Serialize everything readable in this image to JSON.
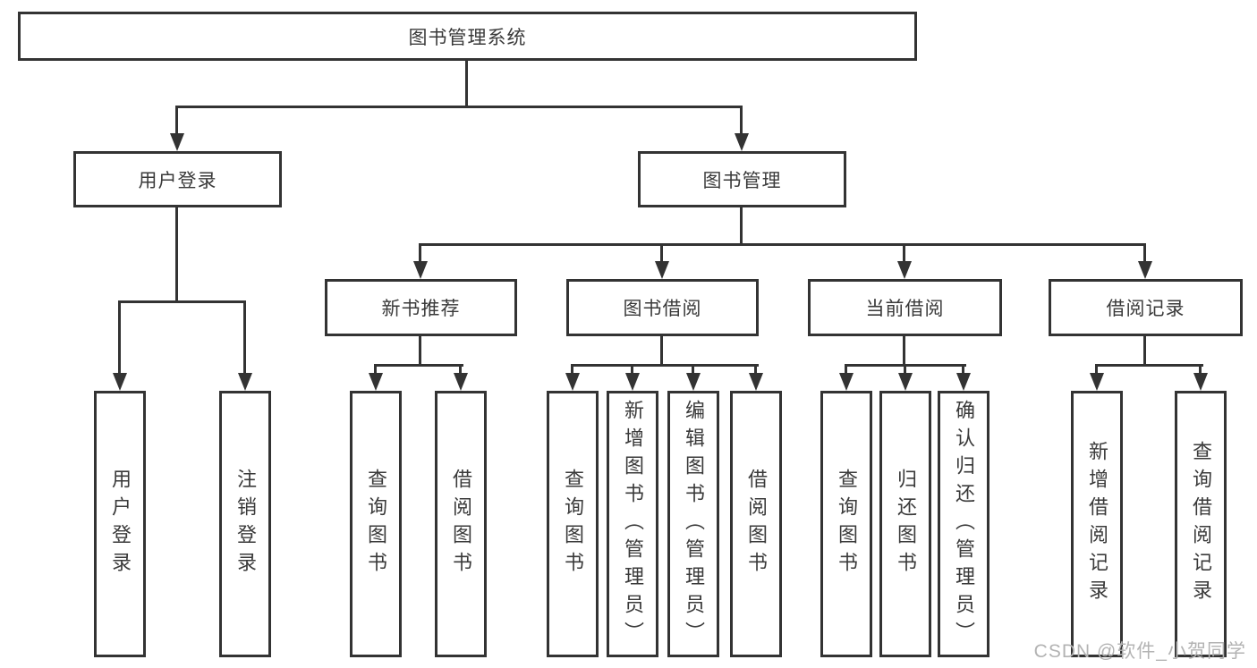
{
  "nodes": {
    "root": "图书管理系统",
    "user_login": "用户登录",
    "book_mgmt": "图书管理",
    "new_book_rec": "新书推荐",
    "book_borrow": "图书借阅",
    "current_borrow": "当前借阅",
    "borrow_records": "借阅记录",
    "leaf_user_login": "用户登录",
    "leaf_logout": "注销登录",
    "nbr_query_books": "查询图书",
    "nbr_borrow_books": "借阅图书",
    "bb_query_books": "查询图书",
    "bb_add_books": "新增图书（管理员）",
    "bb_edit_books": "编辑图书（管理员）",
    "bb_borrow_books": "借阅图书",
    "cb_query_books": "查询图书",
    "cb_return_books": "归还图书",
    "cb_confirm_return": "确认归还（管理员）",
    "br_add_record": "新增借阅记录",
    "br_query_record": "查询借阅记录"
  },
  "watermark": "CSDN @软件_小贺同学",
  "colors": {
    "line": "#333333",
    "text": "#3a3a3a",
    "watermark": "#b3b3b3",
    "background": "#ffffff"
  }
}
